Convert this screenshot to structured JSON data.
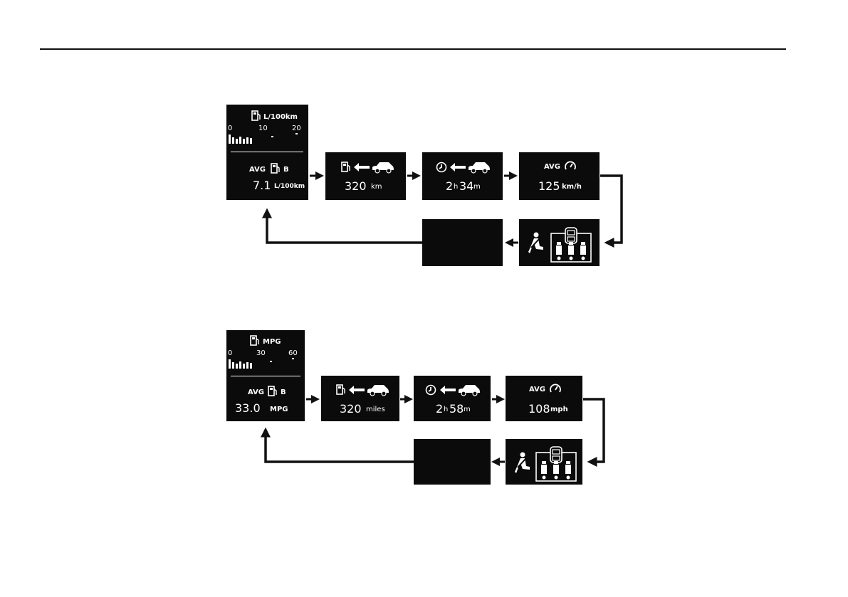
{
  "metric": {
    "consumption": {
      "unit": "L/100km",
      "scale": [
        "0",
        "10",
        "20"
      ],
      "avg_label": "AVG",
      "trip": "B",
      "value": "7.1",
      "value_unit": "L/100km"
    },
    "range": {
      "value": "320",
      "unit": "km"
    },
    "time": {
      "hours": "2",
      "h": "h",
      "minutes": "34",
      "m": "m"
    },
    "speed": {
      "label": "AVG",
      "value": "125",
      "unit": "km/h"
    }
  },
  "imperial": {
    "consumption": {
      "unit": "MPG",
      "scale": [
        "0",
        "30",
        "60"
      ],
      "avg_label": "AVG",
      "trip": "B",
      "value": "33.0",
      "value_unit": "MPG"
    },
    "range": {
      "value": "320",
      "unit": "miles"
    },
    "time": {
      "hours": "2",
      "h": "h",
      "minutes": "58",
      "m": "m"
    },
    "speed": {
      "label": "AVG",
      "value": "108",
      "unit": "mph"
    }
  },
  "colors": {
    "panel": "#0b0b0b",
    "arrow": "#111111",
    "text": "#ffffff"
  },
  "icons": [
    "fuel-pump-icon",
    "arrow-left-icon",
    "car-icon",
    "clock-icon",
    "speedometer-icon",
    "seatbelt-icon",
    "seat-occupancy-icon"
  ]
}
